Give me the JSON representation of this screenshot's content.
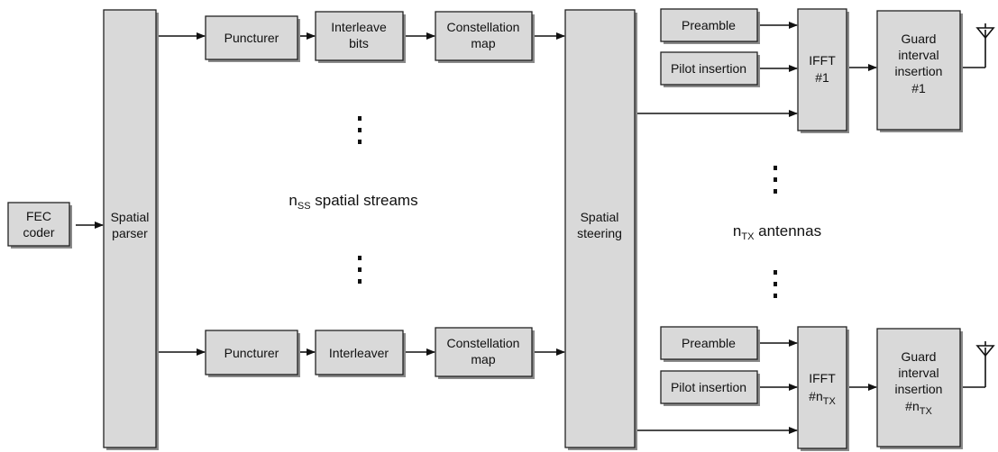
{
  "blocks": {
    "fec": [
      "FEC",
      "coder"
    ],
    "spatial_parser": [
      "Spatial",
      "parser"
    ],
    "puncturer_top": [
      "Puncturer"
    ],
    "interleave_bits": [
      "Interleave",
      "bits"
    ],
    "constellation_top": [
      "Constellation",
      "map"
    ],
    "puncturer_bottom": [
      "Puncturer"
    ],
    "interleaver": [
      "Interleaver"
    ],
    "constellation_bottom": [
      "Constellation",
      "map"
    ],
    "spatial_steering": [
      "Spatial",
      "steering"
    ],
    "preamble_top": [
      "Preamble"
    ],
    "pilot_top": [
      "Pilot insertion"
    ],
    "ifft_top": [
      "IFFT",
      "#1"
    ],
    "guard_top": [
      "Guard",
      "interval",
      "insertion",
      "#1"
    ],
    "preamble_bottom": [
      "Preamble"
    ],
    "pilot_bottom": [
      "Pilot insertion"
    ],
    "ifft_bottom": [
      "IFFT",
      "#n",
      "TX"
    ],
    "guard_bottom": [
      "Guard",
      "interval",
      "insertion",
      "#n",
      "TX"
    ]
  },
  "labels": {
    "spatial_streams": {
      "prefix": "n",
      "subscript": "SS",
      "suffix": " spatial streams"
    },
    "antennas": {
      "prefix": "n",
      "subscript": "TX",
      "suffix": " antennas"
    }
  }
}
